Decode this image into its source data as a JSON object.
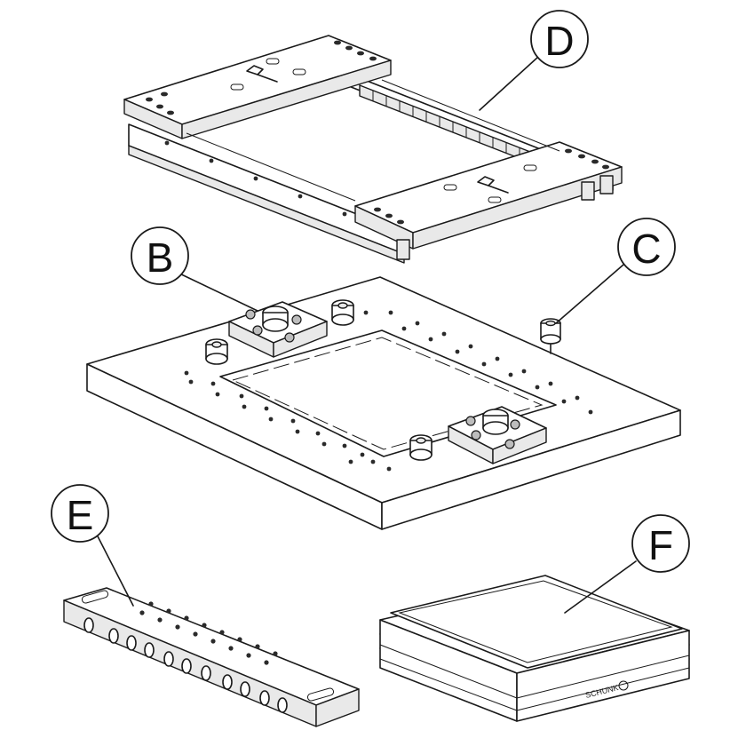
{
  "callouts": {
    "d": "D",
    "b": "B",
    "c": "C",
    "e": "E",
    "f": "F"
  },
  "brand_mark": "SCHUNK"
}
